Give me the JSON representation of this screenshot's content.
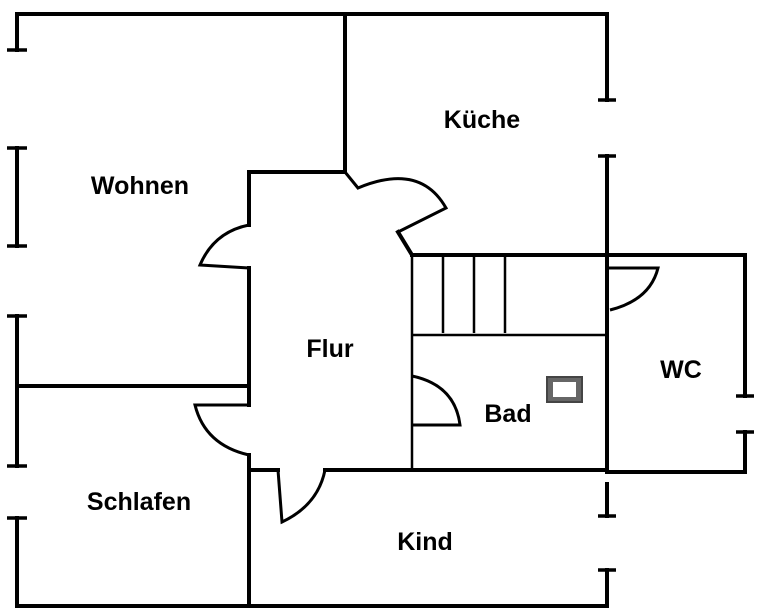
{
  "rooms": {
    "wohnen": "Wohnen",
    "kueche": "Küche",
    "flur": "Flur",
    "bad": "Bad",
    "wc": "WC",
    "schlafen": "Schlafen",
    "kind": "Kind"
  }
}
